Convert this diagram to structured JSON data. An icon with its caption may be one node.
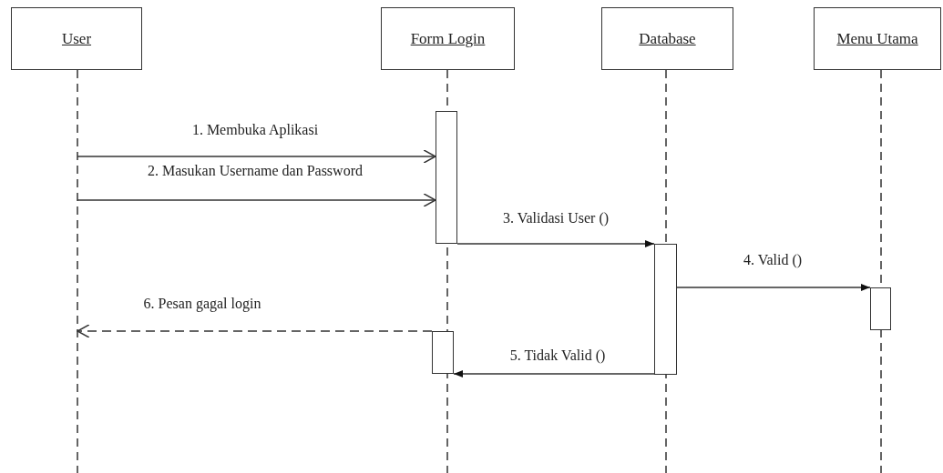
{
  "diagram": {
    "nodes": [
      {
        "text": [
          "User"
        ]
      },
      {
        "text": [
          "Form Login"
        ]
      },
      {
        "text": [
          "Database"
        ]
      },
      {
        "text": [
          "Menu Utama"
        ]
      },
      {
        "text": [],
        "shape": "bar"
      },
      {
        "text": [],
        "shape": "bar"
      },
      {
        "text": [],
        "shape": "bar"
      },
      {
        "text": [],
        "shape": "bar"
      }
    ],
    "edges": [
      {
        "from": null,
        "to": 4,
        "arrow": "to",
        "label": "1. Membuka Aplikasi"
      },
      {
        "from": null,
        "to": 4,
        "arrow": "to",
        "label": "2. Masukan Username dan Password"
      },
      {
        "from": 4,
        "to": 5,
        "arrow": "to",
        "label": "3. Validasi User ()"
      },
      {
        "from": 5,
        "to": 6,
        "arrow": "to",
        "label": "4. Valid ()"
      },
      {
        "from": 5,
        "to": 7,
        "arrow": "to",
        "label": "5. Tidak Valid ()"
      },
      {
        "from": 7,
        "to": null,
        "arrow": "to",
        "label": "6. Pesan gagal login",
        "style": "dashed"
      }
    ]
  }
}
